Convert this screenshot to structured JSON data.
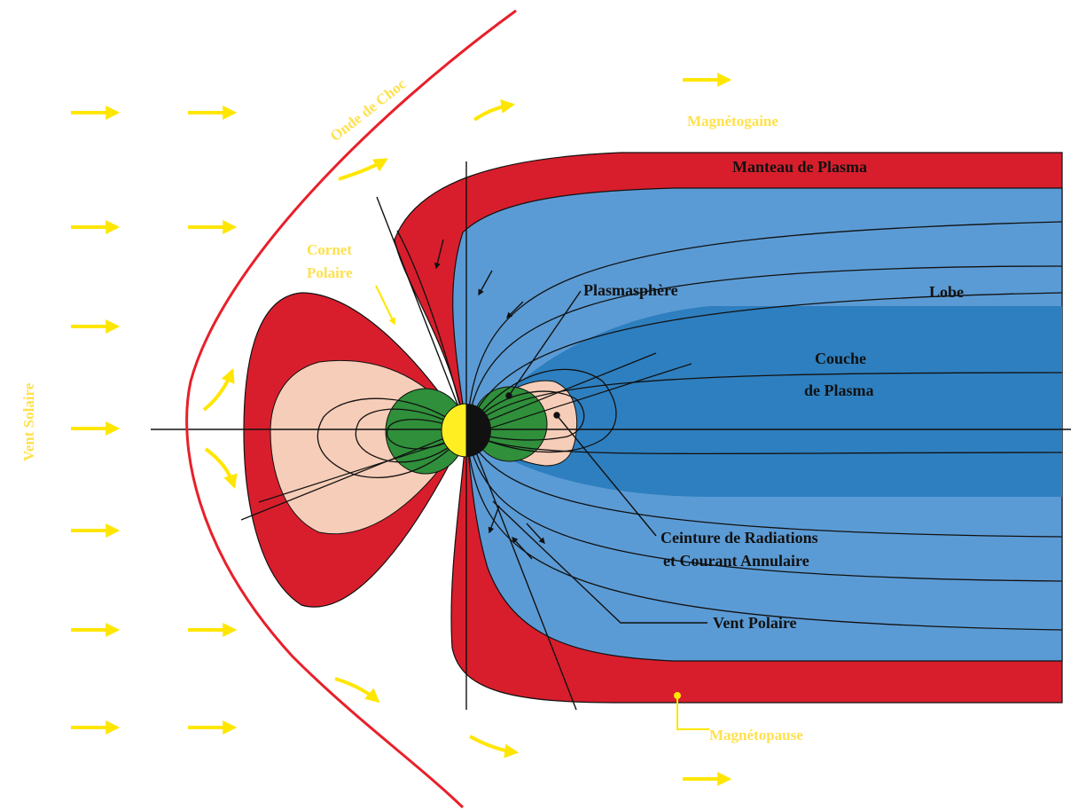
{
  "colors": {
    "solar_wind_arrow": "#ffe600",
    "label_yellow": "#ffe14d",
    "bow_shock": "#e8202a",
    "magnetosphere_red": "#d81e2c",
    "lobe_blue": "#5b9bd5",
    "plasma_sheet_blue": "#2e7fbf",
    "radiation_belt_pink": "#f6cdb8",
    "plasmasphere_green": "#2f8f3a",
    "earth_day": "#ffee22",
    "earth_night": "#111111",
    "line_dark": "#111111"
  },
  "labels": {
    "vent_solaire": "Vent Solaire",
    "onde_de_choc": "Onde de Choc",
    "magnetogaine": "Magnétogaine",
    "manteau_de_plasma": "Manteau de Plasma",
    "cornet_polaire_line1": "Cornet",
    "cornet_polaire_line2": "Polaire",
    "plasmasphere": "Plasmasphère",
    "lobe": "Lobe",
    "couche_line1": "Couche",
    "couche_line2": "de Plasma",
    "ceinture_line1": "Ceinture de Radiations",
    "ceinture_line2": "et Courant Annulaire",
    "vent_polaire": "Vent Polaire",
    "magnetopause": "Magnétopause"
  },
  "icons": [
    "solar-wind-arrow-icon",
    "flow-arrow-icon",
    "earth-icon"
  ]
}
